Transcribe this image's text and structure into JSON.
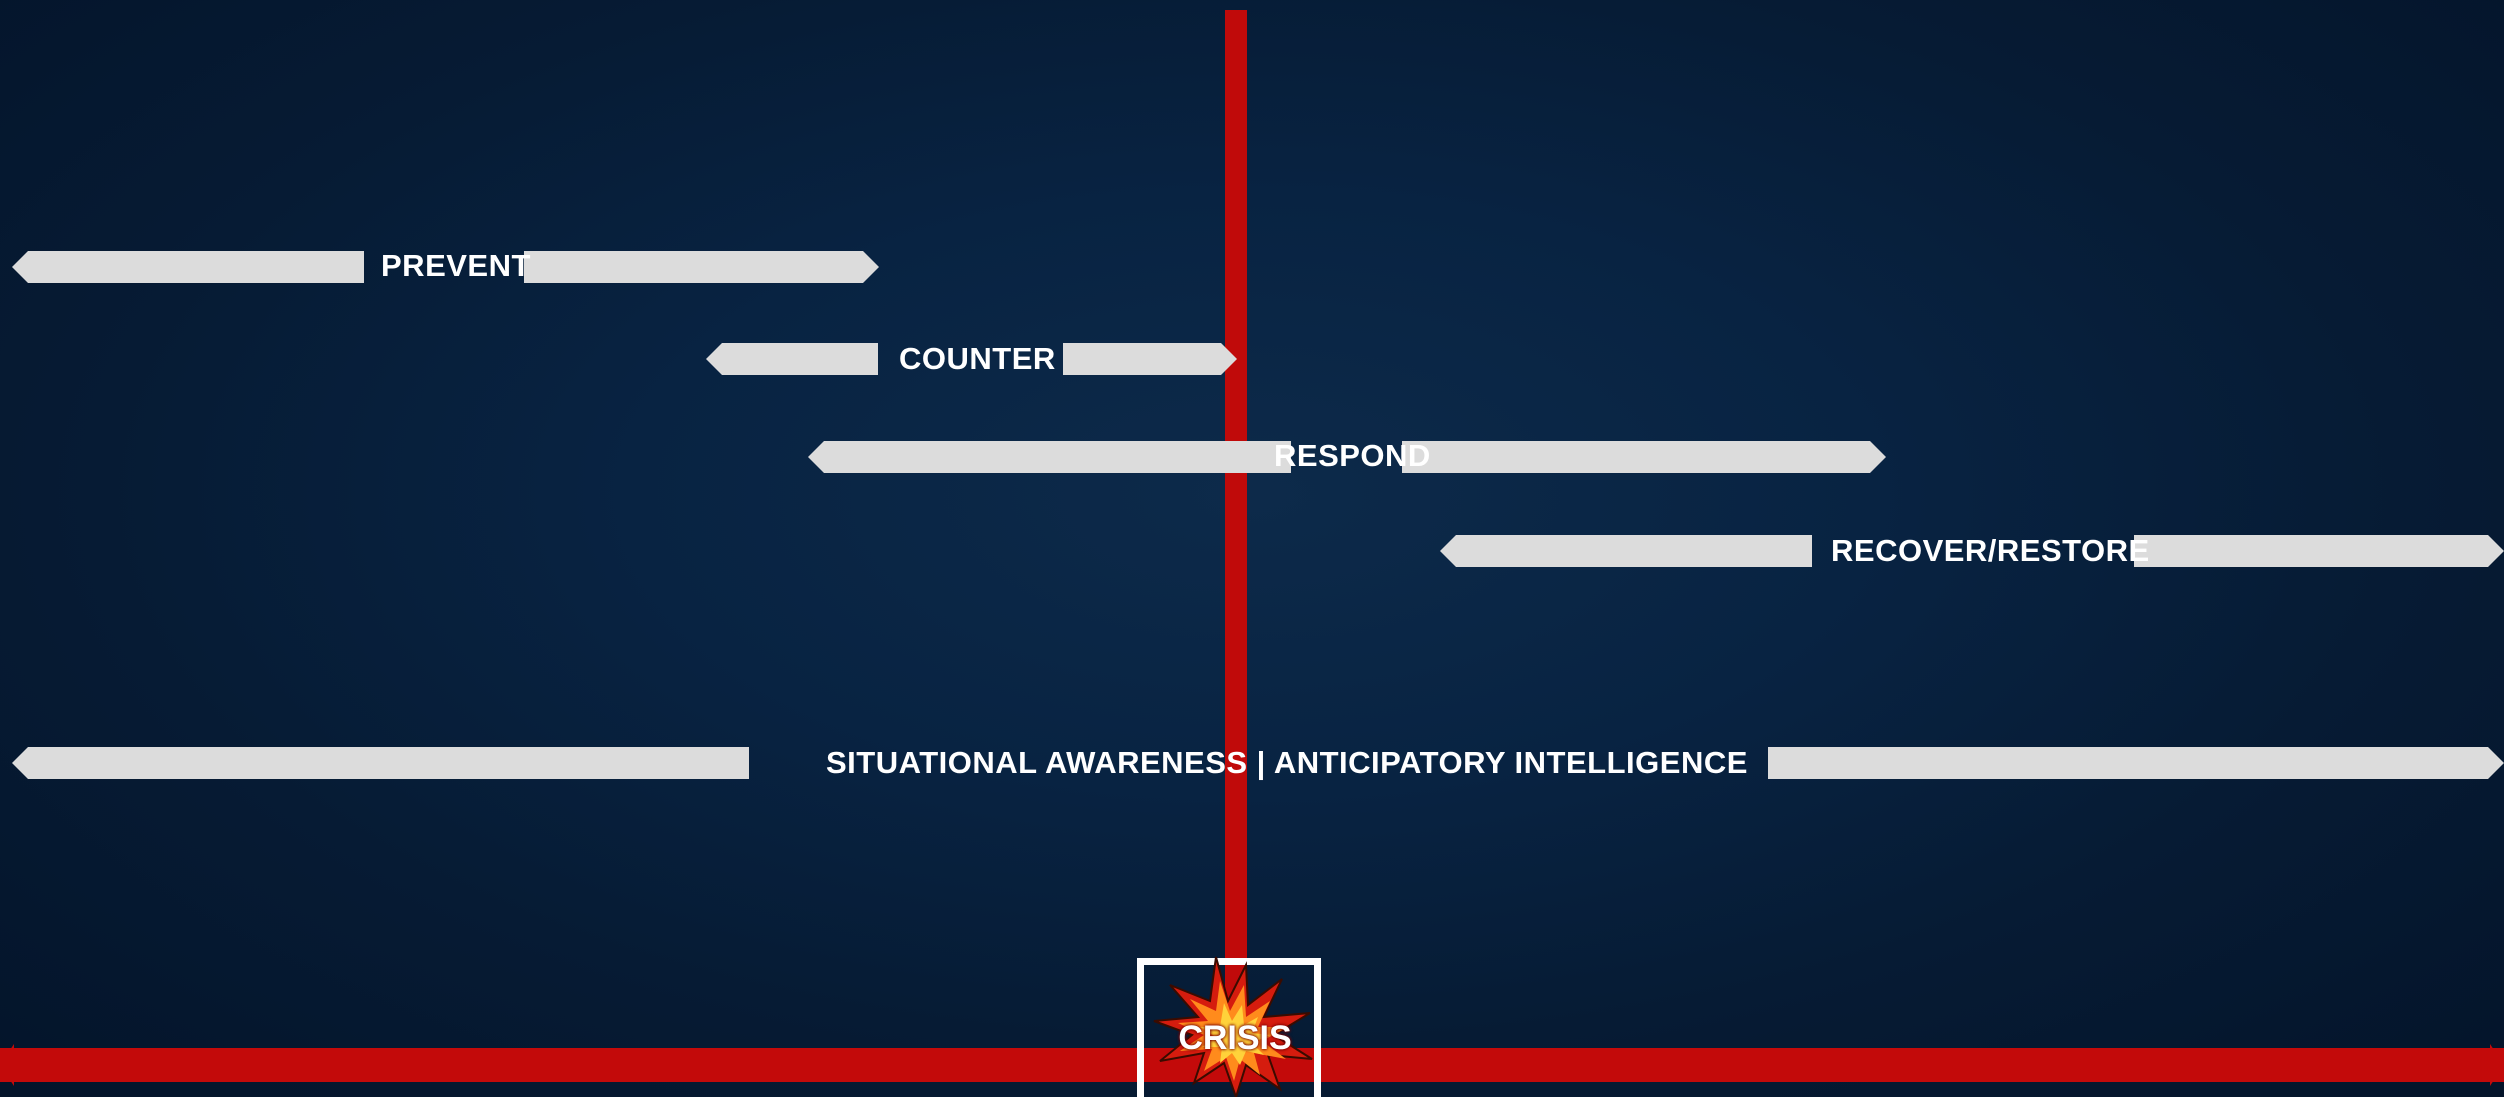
{
  "diagram": {
    "phases": [
      {
        "label": "PREVENT"
      },
      {
        "label": "COUNTER"
      },
      {
        "label": "RESPOND"
      },
      {
        "label": "RECOVER/RESTORE"
      }
    ],
    "awareness_label": "SITUATIONAL AWARENESS | ANTICIPATORY INTELLIGENCE",
    "event_label": "CRISIS"
  },
  "colors": {
    "background": "#061b34",
    "timeline": "#c30a0a",
    "bars": "#dcdcdc",
    "text": "#ffffff"
  }
}
